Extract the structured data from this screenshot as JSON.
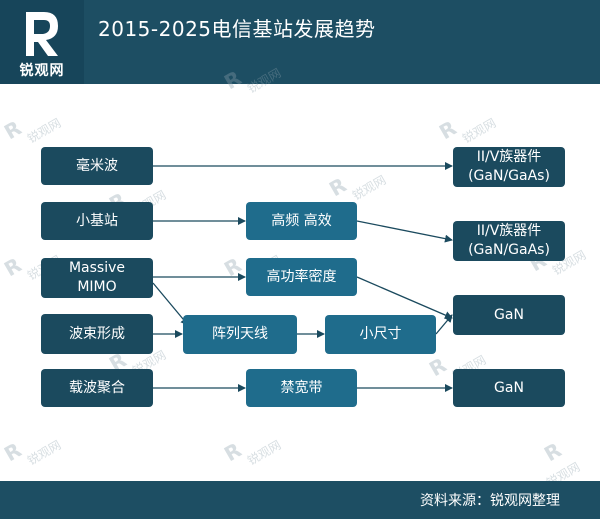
{
  "header": {
    "logo_text": "锐观网",
    "title": "2015-2025电信基站发展趋势"
  },
  "watermark": {
    "text": "锐观网"
  },
  "nodes": {
    "millimeter_wave": "毫米波",
    "small_cell": "小基站",
    "massive_mimo_line1": "Massive",
    "massive_mimo_line2": "MIMO",
    "beamforming": "波束形成",
    "carrier_aggregation": "载波聚合",
    "high_freq_efficiency": "高频 高效",
    "high_power_density": "高功率密度",
    "antenna_array": "阵列天线",
    "small_size": "小尺寸",
    "wide_bandgap": "禁宽带",
    "iiiv_device_1_line1": "II/V族器件",
    "iiiv_device_1_line2": "(GaN/GaAs)",
    "iiiv_device_2_line1": "II/V族器件",
    "iiiv_device_2_line2": "(GaN/GaAs)",
    "gan_1": "GaN",
    "gan_2": "GaN"
  },
  "footer": {
    "source": "资料来源：锐观网整理"
  },
  "colors": {
    "header_bg": "#1d4e63",
    "node_dark": "#1b4a5e",
    "node_mid": "#1f6c8c",
    "arrow": "#1b4a5e"
  }
}
